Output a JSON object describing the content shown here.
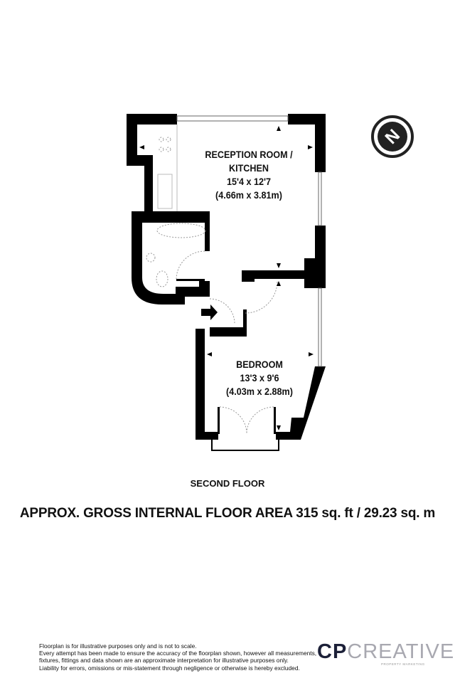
{
  "rooms": [
    {
      "name_line1": "RECEPTION ROOM /",
      "name_line2": "KITCHEN",
      "imperial": "15'4 x 12'7",
      "metric": "(4.66m x 3.81m)"
    },
    {
      "name_line1": "BEDROOM",
      "imperial": "13'3 x 9'6",
      "metric": "(4.03m x 2.88m)"
    }
  ],
  "floor_name": "SECOND FLOOR",
  "area_text": "APPROX. GROSS INTERNAL FLOOR AREA 315 sq. ft / 29.23 sq. m",
  "compass": "N",
  "disclaimer": [
    "Floorplan is for illustrative purposes only and is not to scale.",
    "Every attempt has been made to ensure the accuracy of the floorplan shown, however all measurements,",
    "fixtures, fittings and data shown are an approximate interpretation for illustrative purposes only.",
    "Liability for errors, omissions or mis-statement through negligence or otherwise is hereby excluded."
  ],
  "logo": {
    "bold": "CP",
    "light": "CREATIVE",
    "sub": "PROPERTY MARKETING"
  }
}
